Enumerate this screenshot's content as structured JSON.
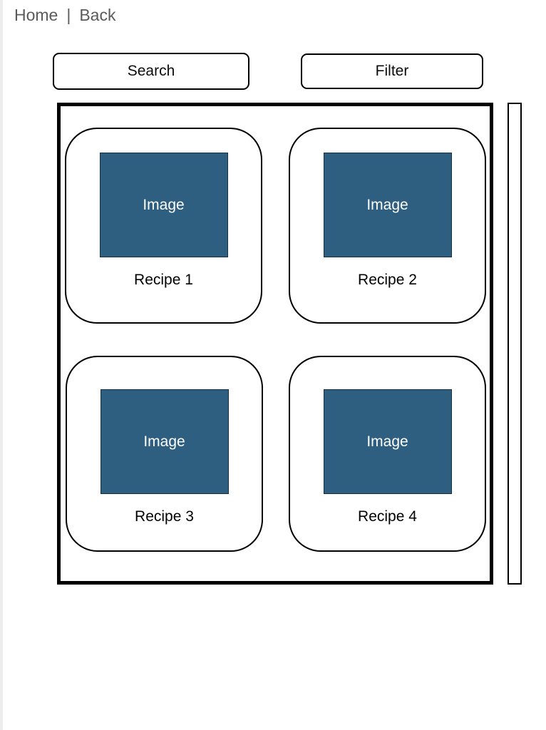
{
  "nav": {
    "home": "Home",
    "separator": "|",
    "back": "Back",
    "text_color": "#5b5b5b"
  },
  "toolbar": {
    "search": "Search",
    "filter": "Filter"
  },
  "content": {
    "image_placeholder": "Image",
    "cards": [
      {
        "title": "Recipe 1"
      },
      {
        "title": "Recipe 2"
      },
      {
        "title": "Recipe 3"
      },
      {
        "title": "Recipe 4"
      }
    ]
  },
  "colors": {
    "image_fill": "#2e5f80",
    "image_border": "#16303f",
    "card_border": "#000000",
    "panel_border": "#000000",
    "button_border": "#000000",
    "page_edge": "#ececec"
  }
}
